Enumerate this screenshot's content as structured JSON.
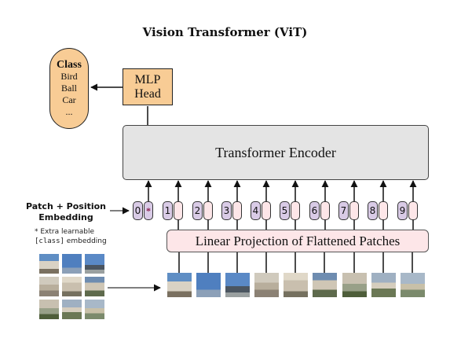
{
  "title": "Vision Transformer (ViT)",
  "class_box": {
    "title": "Class",
    "items": [
      "Bird",
      "Ball",
      "Car",
      "..."
    ]
  },
  "mlp_head": {
    "line1": "MLP",
    "line2": "Head"
  },
  "encoder": {
    "label": "Transformer Encoder"
  },
  "linear_projection": {
    "label": "Linear Projection of Flattened Patches"
  },
  "patch_position_label": {
    "line1": "Patch + Position",
    "line2": "Embedding"
  },
  "extra_note": {
    "line1": "* Extra learnable",
    "line2_code": "[class]",
    "line2_text": " embedding"
  },
  "tokens": [
    {
      "position": "0",
      "embedding": "*"
    },
    {
      "position": "1",
      "embedding": ""
    },
    {
      "position": "2",
      "embedding": ""
    },
    {
      "position": "3",
      "embedding": ""
    },
    {
      "position": "4",
      "embedding": ""
    },
    {
      "position": "5",
      "embedding": ""
    },
    {
      "position": "6",
      "embedding": ""
    },
    {
      "position": "7",
      "embedding": ""
    },
    {
      "position": "8",
      "embedding": ""
    },
    {
      "position": "9",
      "embedding": ""
    }
  ],
  "colors": {
    "orange_box": "#f8cc95",
    "encoder_fill": "#e4e4e4",
    "pink_fill": "#fde6e8",
    "purple_fill": "#d9cbe6",
    "sky": "#5f8ec4",
    "building": "#d9d2c4"
  }
}
